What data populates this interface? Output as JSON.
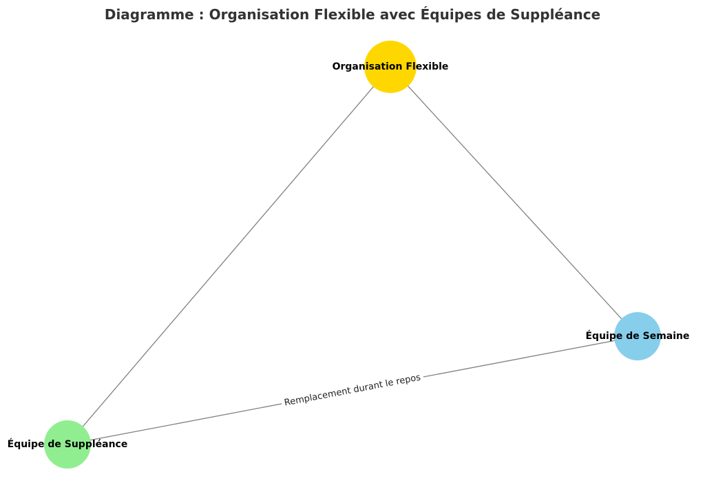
{
  "title": "Diagramme : Organisation Flexible avec Équipes de Suppléance",
  "nodes": [
    {
      "id": "org",
      "label": "Organisation Flexible",
      "color": "#FFD700"
    },
    {
      "id": "semaine",
      "label": "Équipe de Semaine",
      "color": "#87CEEB"
    },
    {
      "id": "suppleance",
      "label": "Équipe de Suppléance",
      "color": "#90EE90"
    }
  ],
  "edges": [
    {
      "from": "org",
      "to": "semaine",
      "label": ""
    },
    {
      "from": "org",
      "to": "suppleance",
      "label": ""
    },
    {
      "from": "semaine",
      "to": "suppleance",
      "label": "Remplacement durant le repos"
    }
  ],
  "edge_color": "#808080"
}
